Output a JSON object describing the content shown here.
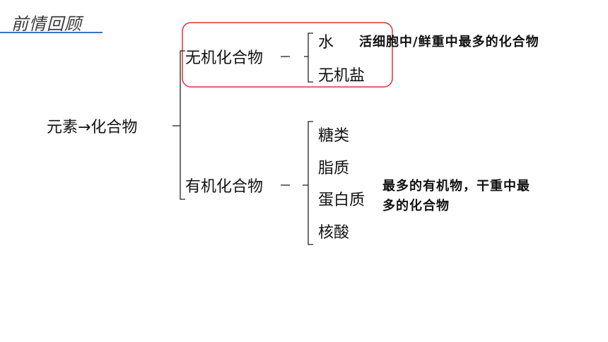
{
  "header": {
    "title": "前情回顾"
  },
  "tree": {
    "root": "元素→化合物",
    "inorganic": {
      "label": "无机化合物",
      "items": [
        "水",
        "无机盐"
      ],
      "water_note": "活细胞中/鲜重中最多的化合物"
    },
    "organic": {
      "label": "有机化合物",
      "items": [
        "糖类",
        "脂质",
        "蛋白质",
        "核酸"
      ],
      "protein_note_line1": "最多的有机物，干重中最",
      "protein_note_line2": "多的化合物"
    }
  },
  "colors": {
    "highlight_box": "#e0303a",
    "title_underline": "#3b6fc4",
    "bracket": "#222222"
  }
}
